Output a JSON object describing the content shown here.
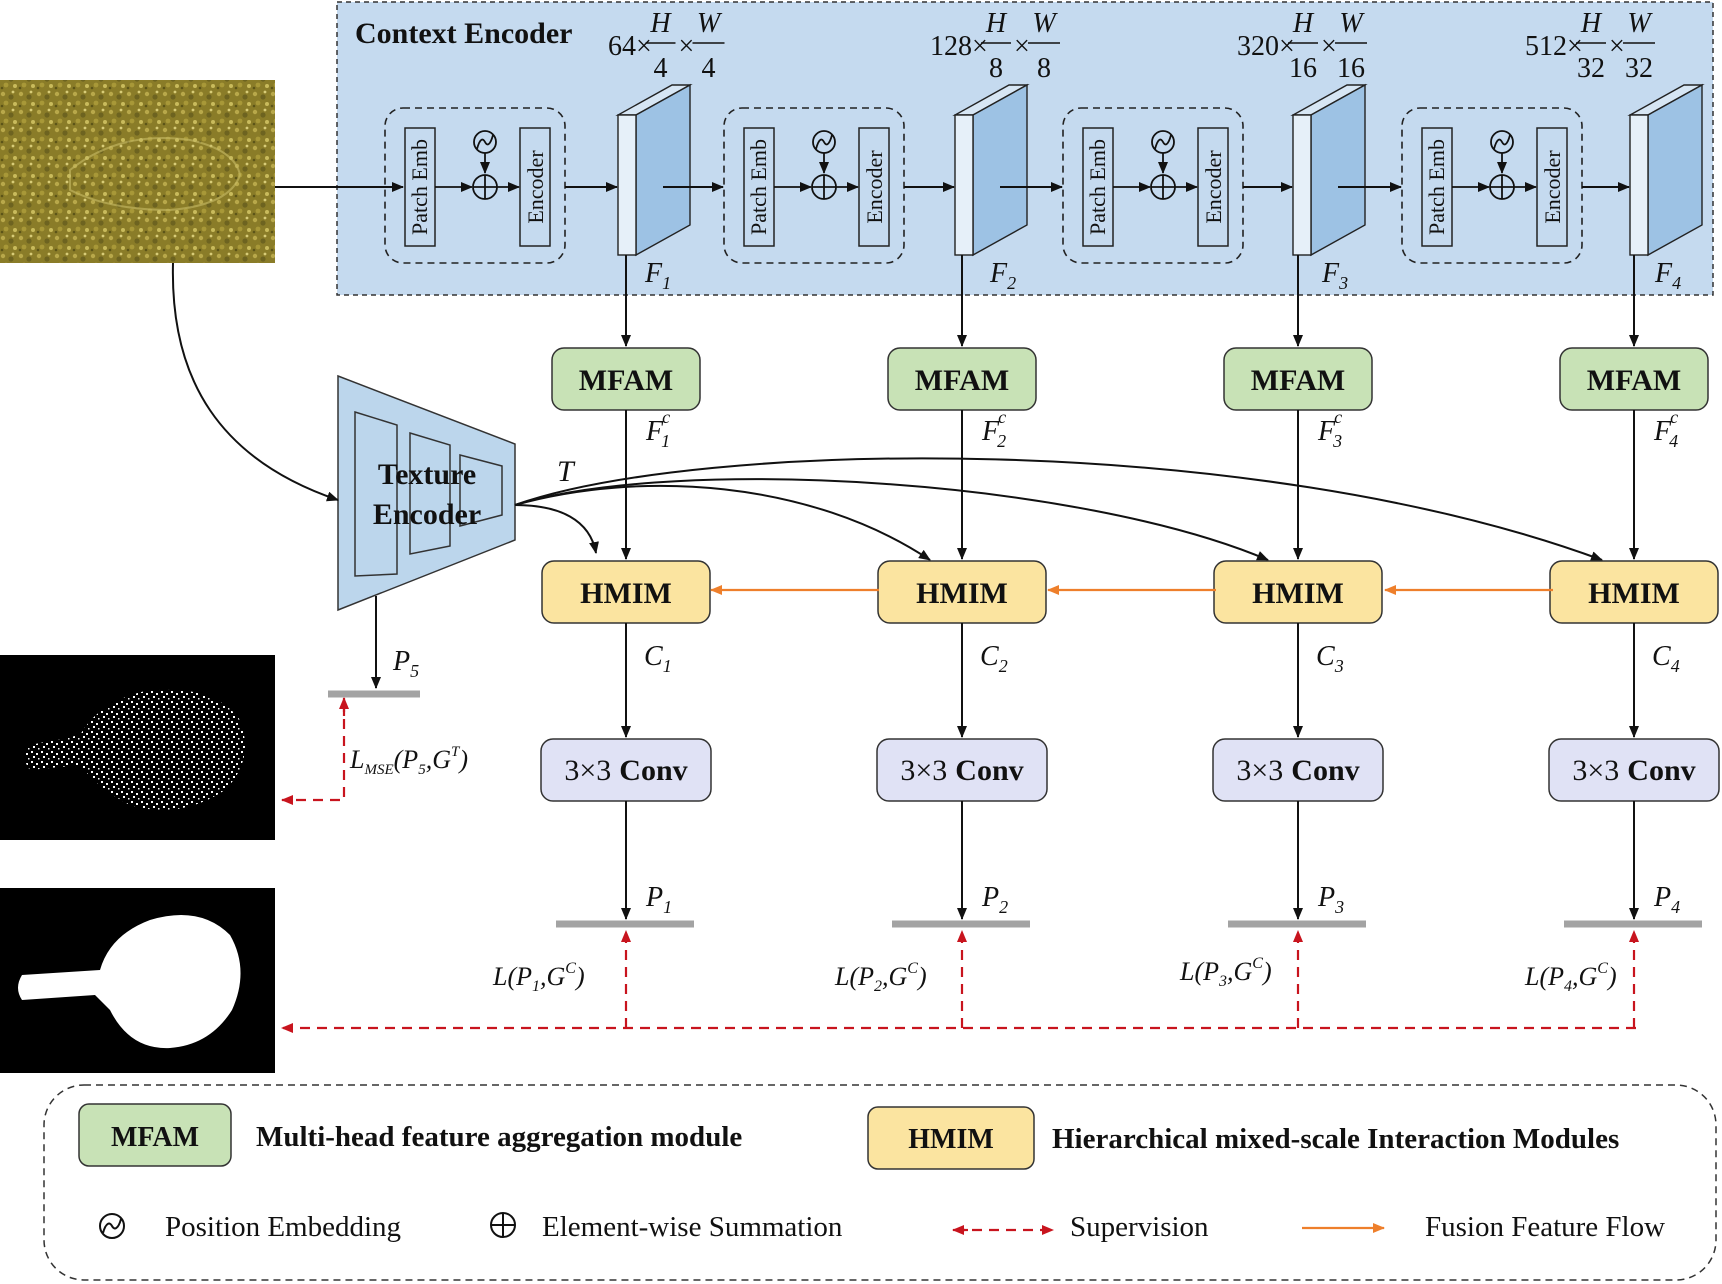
{
  "context_encoder": {
    "title": "Context Encoder",
    "block_patch_label": "Patch Emb",
    "block_encoder_label": "Encoder",
    "stages": [
      {
        "ch": "64×",
        "num": "H",
        "den_h": "4",
        "num_w": "W",
        "den_w": "4",
        "times": "×",
        "feat": "F",
        "sub": "1"
      },
      {
        "ch": "128×",
        "num": "H",
        "den_h": "8",
        "num_w": "W",
        "den_w": "8",
        "times": "×",
        "feat": "F",
        "sub": "2"
      },
      {
        "ch": "320×",
        "num": "H",
        "den_h": "16",
        "num_w": "W",
        "den_w": "16",
        "times": "×",
        "feat": "F",
        "sub": "3"
      },
      {
        "ch": "512×",
        "num": "H",
        "den_h": "32",
        "num_w": "W",
        "den_w": "32",
        "times": "×",
        "feat": "F",
        "sub": "4"
      }
    ]
  },
  "mfam_label": "MFAM",
  "hmim_label": "HMIM",
  "conv_label": "3×3 Conv",
  "conv_prefix": "3×3",
  "conv_word": "Conv",
  "columns": [
    {
      "fc": "F",
      "fc_sub": "1",
      "fc_sup": "c",
      "c": "C",
      "c_sub": "1",
      "p": "P",
      "p_sub": "1",
      "loss_pre": "L(P",
      "loss_sub": "1",
      "loss_post": ",G",
      "loss_sup": "C",
      "loss_end": ")"
    },
    {
      "fc": "F",
      "fc_sub": "2",
      "fc_sup": "c",
      "c": "C",
      "c_sub": "2",
      "p": "P",
      "p_sub": "2",
      "loss_pre": "L(P",
      "loss_sub": "2",
      "loss_post": ",G",
      "loss_sup": "C",
      "loss_end": ")"
    },
    {
      "fc": "F",
      "fc_sub": "3",
      "fc_sup": "c",
      "c": "C",
      "c_sub": "3",
      "p": "P",
      "p_sub": "3",
      "loss_pre": "L(P",
      "loss_sub": "3",
      "loss_post": ",G",
      "loss_sup": "C",
      "loss_end": ")"
    },
    {
      "fc": "F",
      "fc_sub": "4",
      "fc_sup": "c",
      "c": "C",
      "c_sub": "4",
      "p": "P",
      "p_sub": "4",
      "loss_pre": "L(P",
      "loss_sub": "4",
      "loss_post": ",G",
      "loss_sup": "C",
      "loss_end": ")"
    }
  ],
  "texture_encoder": {
    "line1": "Texture",
    "line2": "Encoder",
    "t_label": "T"
  },
  "p5": {
    "p": "P",
    "sub": "5"
  },
  "mse_loss": {
    "l": "L",
    "l_sub": "MSE",
    "mid": "(P",
    "p_sub": "5",
    "g": ",G",
    "g_sup": "T",
    "end": ")"
  },
  "legend": {
    "mfam_box": "MFAM",
    "mfam_desc": "Multi-head feature aggregation module",
    "hmim_box": "HMIM",
    "hmim_desc": "Hierarchical mixed-scale Interaction Modules",
    "pos_emb_icon": "position-embedding-icon",
    "pos_emb": "Position Embedding",
    "sum_icon": "element-wise-sum-icon",
    "sum": "Element-wise Summation",
    "supervision": "Supervision",
    "fusion": "Fusion Feature Flow"
  },
  "colors": {
    "context_bg": "#c5daef",
    "mfam": "#c8e2b6",
    "hmim": "#fbe4a0",
    "conv": "#e0e2f5",
    "texture": "#bcd6ec",
    "feature_face": "#9dc2e4",
    "feature_front": "#e6f0f9",
    "orange": "#ee7f2b",
    "red": "#c8141e",
    "gray_bar": "#a3a3a3"
  }
}
